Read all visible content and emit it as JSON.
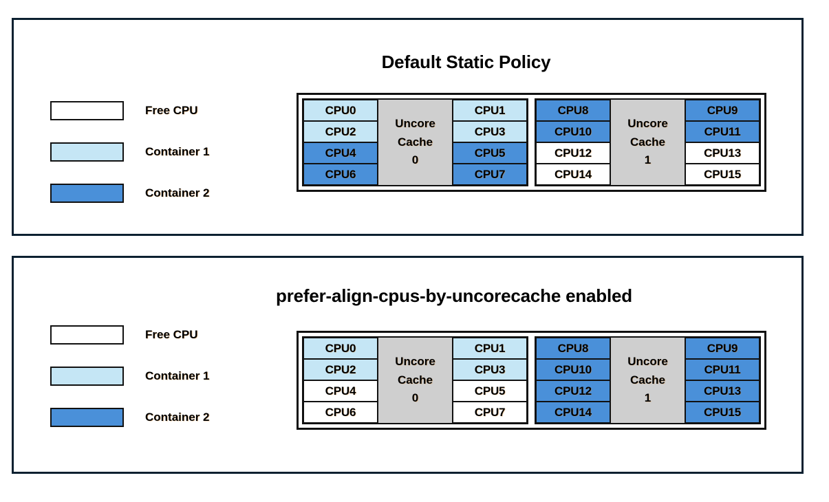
{
  "colors": {
    "free_cpu": "#ffffff",
    "container_1": "#c5e6f5",
    "container_2": "#4a90d9",
    "uncore_cache": "#cfcfcf",
    "panel_border": "#0b2030",
    "cell_border": "#111111"
  },
  "legend": {
    "items": [
      {
        "label": "Free CPU",
        "state": "free"
      },
      {
        "label": "Container 1",
        "state": "c1"
      },
      {
        "label": "Container 2",
        "state": "c2"
      }
    ]
  },
  "panels": [
    {
      "id": "panel-1",
      "title": "Default Static Policy",
      "cache_groups": [
        {
          "name": "Uncore Cache 0",
          "label_line_1": "Uncore",
          "label_line_2": "Cache",
          "label_line_3": "0",
          "left_column": [
            {
              "label": "CPU0",
              "state": "c1"
            },
            {
              "label": "CPU2",
              "state": "c1"
            },
            {
              "label": "CPU4",
              "state": "c2"
            },
            {
              "label": "CPU6",
              "state": "c2"
            }
          ],
          "right_column": [
            {
              "label": "CPU1",
              "state": "c1"
            },
            {
              "label": "CPU3",
              "state": "c1"
            },
            {
              "label": "CPU5",
              "state": "c2"
            },
            {
              "label": "CPU7",
              "state": "c2"
            }
          ]
        },
        {
          "name": "Uncore Cache 1",
          "label_line_1": "Uncore",
          "label_line_2": "Cache",
          "label_line_3": "1",
          "left_column": [
            {
              "label": "CPU8",
              "state": "c2"
            },
            {
              "label": "CPU10",
              "state": "c2"
            },
            {
              "label": "CPU12",
              "state": "free"
            },
            {
              "label": "CPU14",
              "state": "free"
            }
          ],
          "right_column": [
            {
              "label": "CPU9",
              "state": "c2"
            },
            {
              "label": "CPU11",
              "state": "c2"
            },
            {
              "label": "CPU13",
              "state": "free"
            },
            {
              "label": "CPU15",
              "state": "free"
            }
          ]
        }
      ]
    },
    {
      "id": "panel-2",
      "title": "prefer-align-cpus-by-uncorecache enabled",
      "cache_groups": [
        {
          "name": "Uncore Cache 0",
          "label_line_1": "Uncore",
          "label_line_2": "Cache",
          "label_line_3": "0",
          "left_column": [
            {
              "label": "CPU0",
              "state": "c1"
            },
            {
              "label": "CPU2",
              "state": "c1"
            },
            {
              "label": "CPU4",
              "state": "free"
            },
            {
              "label": "CPU6",
              "state": "free"
            }
          ],
          "right_column": [
            {
              "label": "CPU1",
              "state": "c1"
            },
            {
              "label": "CPU3",
              "state": "c1"
            },
            {
              "label": "CPU5",
              "state": "free"
            },
            {
              "label": "CPU7",
              "state": "free"
            }
          ]
        },
        {
          "name": "Uncore Cache 1",
          "label_line_1": "Uncore",
          "label_line_2": "Cache",
          "label_line_3": "1",
          "left_column": [
            {
              "label": "CPU8",
              "state": "c2"
            },
            {
              "label": "CPU10",
              "state": "c2"
            },
            {
              "label": "CPU12",
              "state": "c2"
            },
            {
              "label": "CPU14",
              "state": "c2"
            }
          ],
          "right_column": [
            {
              "label": "CPU9",
              "state": "c2"
            },
            {
              "label": "CPU11",
              "state": "c2"
            },
            {
              "label": "CPU13",
              "state": "c2"
            },
            {
              "label": "CPU15",
              "state": "c2"
            }
          ]
        }
      ]
    }
  ]
}
